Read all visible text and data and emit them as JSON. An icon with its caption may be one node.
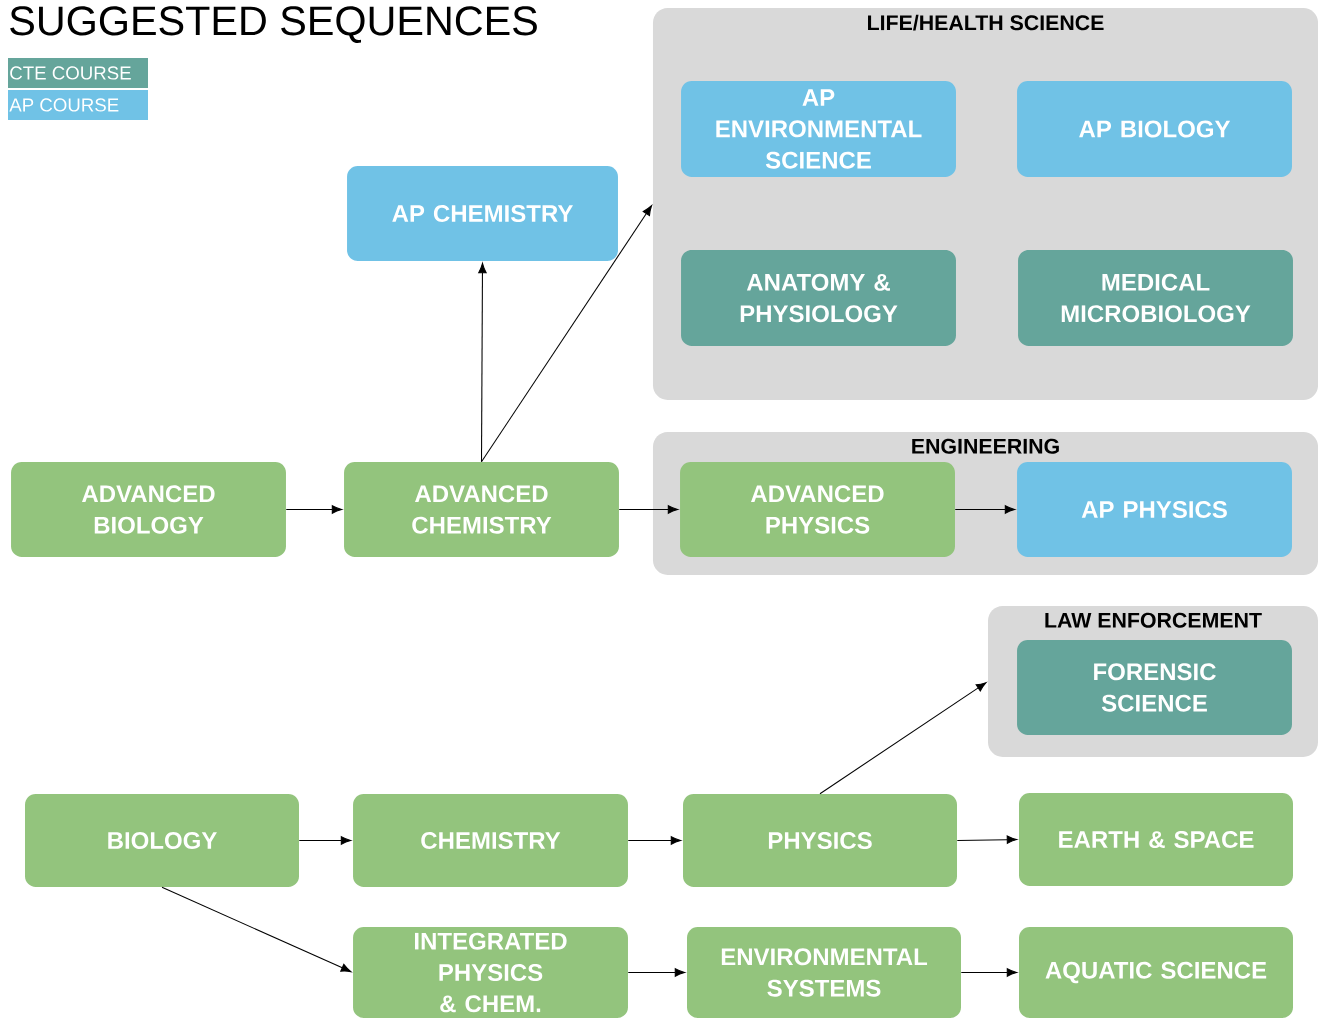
{
  "diagram": {
    "title": "SUGGESTED SEQUENCES",
    "nodes": [
      {
        "text": [
          "LIFE/HEALTH SCIENCE"
        ]
      },
      {
        "text": [
          "AP ENVIRONMENTAL SCIENCE"
        ],
        "in": 0
      },
      {
        "text": [
          "AP BIOLOGY"
        ],
        "in": 0
      },
      {
        "text": [
          "ANATOMY & PHYSIOLOGY"
        ],
        "in": 0
      },
      {
        "text": [
          "MEDICAL MICROBIOLOGY"
        ],
        "in": 0
      },
      {
        "text": [
          "AP CHEMISTRY"
        ]
      },
      {
        "text": [
          "ADVANCED BIOLOGY"
        ]
      },
      {
        "text": [
          "ADVANCED CHEMISTRY"
        ]
      },
      {
        "text": [
          "ENGINEERING"
        ]
      },
      {
        "text": [
          "ADVANCED PHYSICS"
        ],
        "in": 8
      },
      {
        "text": [
          "AP PHYSICS"
        ],
        "in": 8
      },
      {
        "text": [
          "LAW ENFORCEMENT"
        ]
      },
      {
        "text": [
          "FORENSIC SCIENCE"
        ],
        "in": 11
      },
      {
        "text": [
          "BIOLOGY"
        ]
      },
      {
        "text": [
          "CHEMISTRY"
        ]
      },
      {
        "text": [
          "PHYSICS"
        ]
      },
      {
        "text": [
          "EARTH & SPACE"
        ]
      },
      {
        "text": [
          "INTEGRATED PHYSICS & CHEM."
        ]
      },
      {
        "text": [
          "ENVIRONMENTAL SYSTEMS"
        ]
      },
      {
        "text": [
          "AQUATIC SCIENCE"
        ]
      }
    ],
    "edges": [
      {
        "from": 6,
        "to": 7,
        "arrow": "to"
      },
      {
        "from": 7,
        "to": 5,
        "arrow": "to"
      },
      {
        "from": 7,
        "to": 0,
        "arrow": "to"
      },
      {
        "from": 7,
        "to": 9,
        "arrow": "to"
      },
      {
        "from": 9,
        "to": 10,
        "arrow": "to"
      },
      {
        "from": 15,
        "to": 11,
        "arrow": "to"
      },
      {
        "from": 13,
        "to": 14,
        "arrow": "to"
      },
      {
        "from": 14,
        "to": 15,
        "arrow": "to"
      },
      {
        "from": 15,
        "to": 16,
        "arrow": "to"
      },
      {
        "from": 13,
        "to": 17,
        "arrow": "to"
      },
      {
        "from": 17,
        "to": 18,
        "arrow": "to"
      },
      {
        "from": 18,
        "to": 19,
        "arrow": "to"
      }
    ],
    "legend": [
      {
        "text": "CTE COURSE",
        "color": "#65a59b"
      },
      {
        "text": "AP COURSE",
        "color": "#70c2e6"
      }
    ]
  }
}
